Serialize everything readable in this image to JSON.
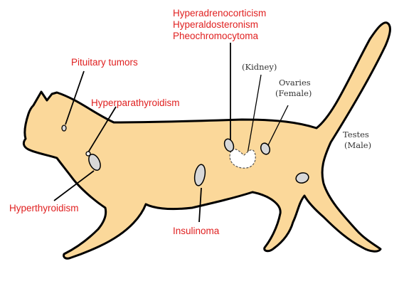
{
  "colors": {
    "cat_fill": "#fbd89a",
    "outline": "#000000",
    "gland_fill": "#d8d8d8",
    "label_red": "#e02020",
    "label_dark": "#333333"
  },
  "labels": {
    "adrenal_line1": "Hyperadrenocorticism",
    "adrenal_line2": "Hyperaldosteronism",
    "adrenal_line3": "Pheochromocytoma",
    "pituitary": "Pituitary tumors",
    "parathyroid": "Hyperparathyroidism",
    "thyroid": "Hyperthyroidism",
    "insulinoma": "Insulinoma",
    "kidney": "(Kidney)",
    "ovaries_line1": "Ovaries",
    "ovaries_line2": "(Female)",
    "testes_line1": "Testes",
    "testes_line2": "(Male)"
  }
}
